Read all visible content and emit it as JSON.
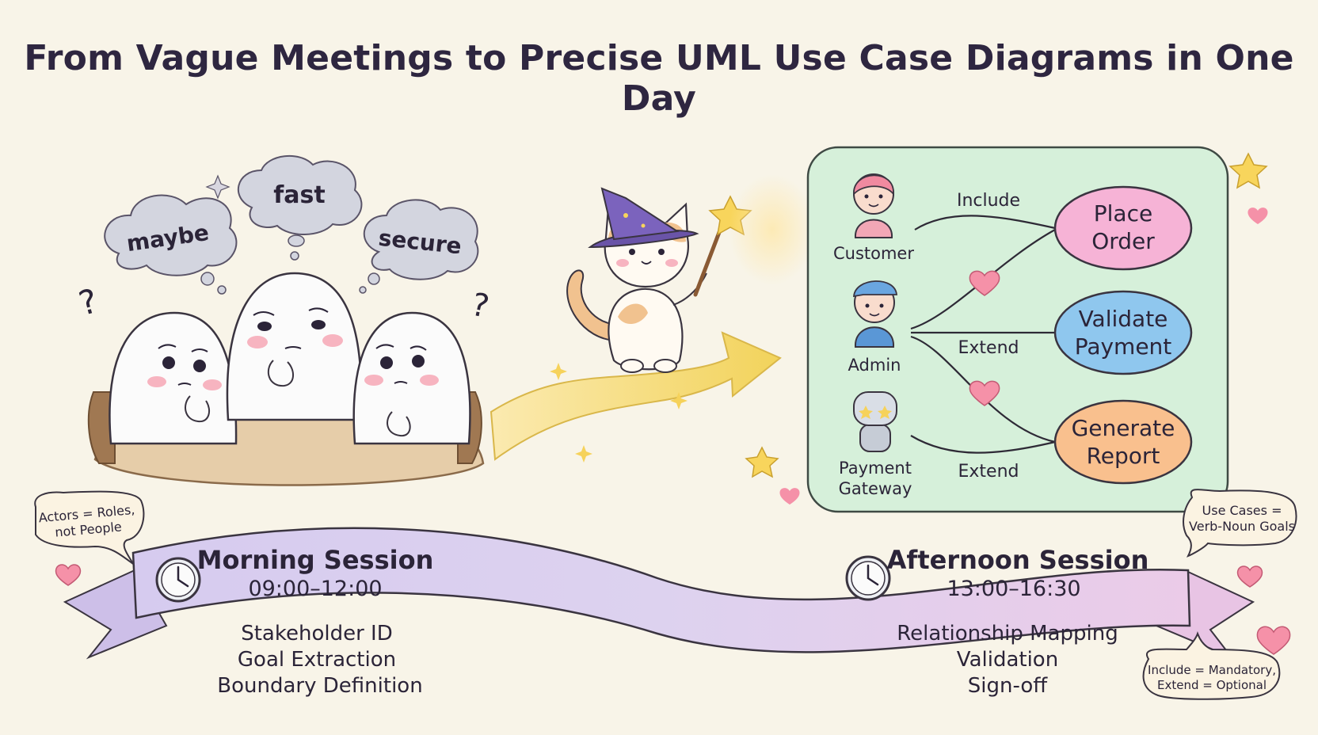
{
  "title": "From Vague Meetings to Precise UML Use Case Diagrams in One Day",
  "thought_bubbles": {
    "left": "maybe",
    "middle": "fast",
    "right": "secure"
  },
  "diagram": {
    "actors": [
      {
        "name": "Customer",
        "icon": "girl-icon"
      },
      {
        "name": "Admin",
        "icon": "boy-with-cap-icon"
      },
      {
        "name_line1": "Payment",
        "name_line2": "Gateway",
        "icon": "robot-icon"
      }
    ],
    "use_cases": [
      {
        "line1": "Place",
        "line2": "Order",
        "color": "#f6b3d6"
      },
      {
        "line1": "Validate",
        "line2": "Payment",
        "color": "#8fc7ee"
      },
      {
        "line1": "Generate",
        "line2": "Report",
        "color": "#f9c08e"
      }
    ],
    "relations": [
      "Include",
      "Extend",
      "Extend"
    ]
  },
  "notes": {
    "actors": {
      "line1": "Actors = Roles,",
      "line2": "not People"
    },
    "use_cases": {
      "line1": "Use Cases =",
      "line2": "Verb-Noun Goals"
    },
    "include_extend": {
      "line1": "Include = Mandatory,",
      "line2": "Extend = Optional"
    }
  },
  "sessions": {
    "morning": {
      "title": "Morning Session",
      "time": "09:00–12:00",
      "items": [
        "Stakeholder ID",
        "Goal Extraction",
        "Boundary Definition"
      ]
    },
    "afternoon": {
      "title": "Afternoon Session",
      "time": "13:00–16:30",
      "items": [
        "Relationship Mapping",
        "Validation",
        "Sign-off"
      ]
    }
  },
  "colors": {
    "background": "#f8f4e8",
    "diagram_panel": "#d8f0dc",
    "ribbon_morning": "#d8cdf0",
    "ribbon_afternoon": "#e9cdea",
    "arrow": "#f4d76a"
  }
}
